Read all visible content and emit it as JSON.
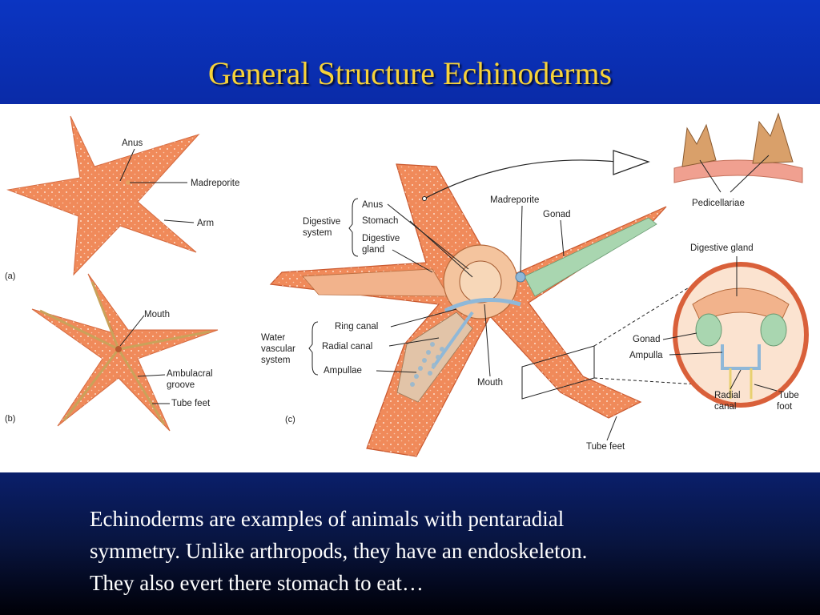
{
  "slide": {
    "title": "General Structure Echinoderms",
    "caption_lines": [
      "Echinoderms are examples of animals with pentaradial",
      "symmetry.  Unlike arthropods, they have an endoskeleton.",
      "They also evert there stomach to eat…"
    ]
  },
  "figure": {
    "panels": {
      "a": "(a)",
      "b": "(b)",
      "c": "(c)"
    },
    "labels_a": {
      "anus": "Anus",
      "madreporite": "Madreporite",
      "arm": "Arm"
    },
    "labels_b": {
      "mouth": "Mouth",
      "ambulacral_1": "Ambulacral",
      "ambulacral_2": "groove",
      "tube_feet": "Tube feet"
    },
    "labels_c": {
      "digestive_system_1": "Digestive",
      "digestive_system_2": "system",
      "anus": "Anus",
      "stomach": "Stomach",
      "digestive_gland_1": "Digestive",
      "digestive_gland_2": "gland",
      "madreporite": "Madreporite",
      "gonad": "Gonad",
      "water_vascular_1": "Water",
      "water_vascular_2": "vascular",
      "water_vascular_3": "system",
      "ring_canal": "Ring canal",
      "radial_canal": "Radial canal",
      "ampullae": "Ampullae",
      "mouth": "Mouth",
      "tube_feet": "Tube feet"
    },
    "labels_detail": {
      "pedicellariae": "Pedicellariae",
      "digestive_gland": "Digestive gland",
      "gonad": "Gonad",
      "ampulla": "Ampulla",
      "radial_canal_1": "Radial",
      "radial_canal_2": "canal",
      "tube_foot_1": "Tube",
      "tube_foot_2": "foot"
    },
    "colors": {
      "star_body": "#f08a5a",
      "star_dark": "#d9603a",
      "gland": "#f2b38c",
      "gonad": "#a9d6b0",
      "canal": "#8fb8d8"
    }
  }
}
